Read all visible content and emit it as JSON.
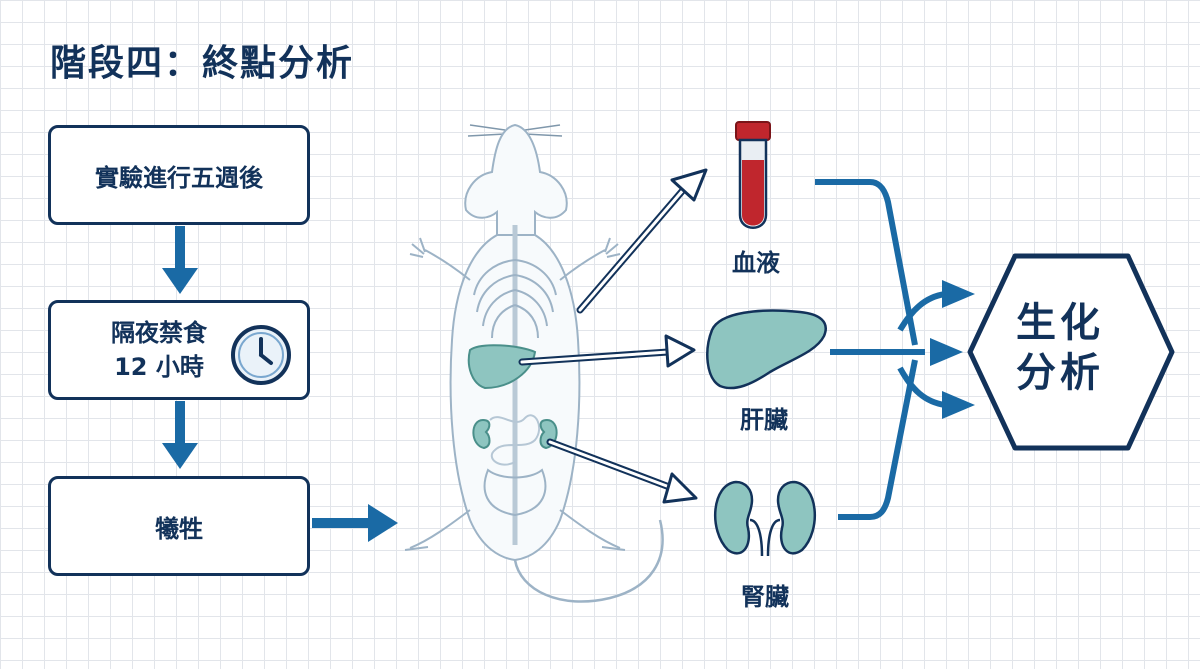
{
  "title": "階段四：終點分析",
  "steps": [
    {
      "line1": "實驗進行五週後"
    },
    {
      "line1": "隔夜禁食",
      "line2": "12 小時"
    },
    {
      "line1": "犧牲"
    }
  ],
  "samples": {
    "blood": "血液",
    "liver": "肝臟",
    "kidney": "腎臟"
  },
  "result": {
    "line1": "生化",
    "line2": "分析"
  },
  "icons": {
    "clock": "clock-icon",
    "blood": "blood-tube-icon",
    "liver": "liver-icon",
    "kidney": "kidneys-icon",
    "rat": "rat-anatomy-illustration"
  },
  "colors": {
    "navy": "#12325a",
    "flow_blue": "#1a6aa5",
    "organ_teal": "#8ec5c0",
    "blood_red": "#c0262d"
  }
}
